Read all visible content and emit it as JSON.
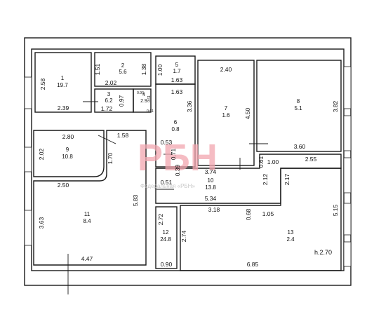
{
  "watermark": {
    "logo_text": "РБН",
    "caption": "Федеральная «РБН»"
  },
  "ceiling_height": "h.2.70",
  "rooms": [
    {
      "number": "1",
      "area": "19.7"
    },
    {
      "number": "2",
      "area": "5.6"
    },
    {
      "number": "3",
      "area": "6.2"
    },
    {
      "number": "4",
      "area": "2.9"
    },
    {
      "number": "5",
      "area": "1.7"
    },
    {
      "number": "6",
      "area": "0.8"
    },
    {
      "number": "7",
      "area": "1.6"
    },
    {
      "number": "8",
      "area": "5.1"
    },
    {
      "number": "9",
      "area": "10.8"
    },
    {
      "number": "10",
      "area": "13.8"
    },
    {
      "number": "11",
      "area": "8.4"
    },
    {
      "number": "12",
      "area": "24.8"
    },
    {
      "number": "13",
      "area": "2.4"
    }
  ],
  "dimensions": [
    "2.58",
    "2.39",
    "1.51",
    "2.02",
    "1.38",
    "0.97",
    "1.72",
    "0.90",
    "0.61",
    "0.61",
    "1.00",
    "1.63",
    "1.63",
    "2.40",
    "3.36",
    "4.50",
    "3.82",
    "2.80",
    "1.58",
    "2.02",
    "1.70",
    "0.53",
    "0.71",
    "0.39",
    "3.74",
    "3.60",
    "0.61",
    "1.00",
    "2.55",
    "2.50",
    "0.51",
    "5.34",
    "2.12",
    "2.17",
    "5.83",
    "3.18",
    "0.68",
    "1.05",
    "3.63",
    "2.72",
    "2.74",
    "5.15",
    "4.47",
    "0.90",
    "6.85"
  ]
}
